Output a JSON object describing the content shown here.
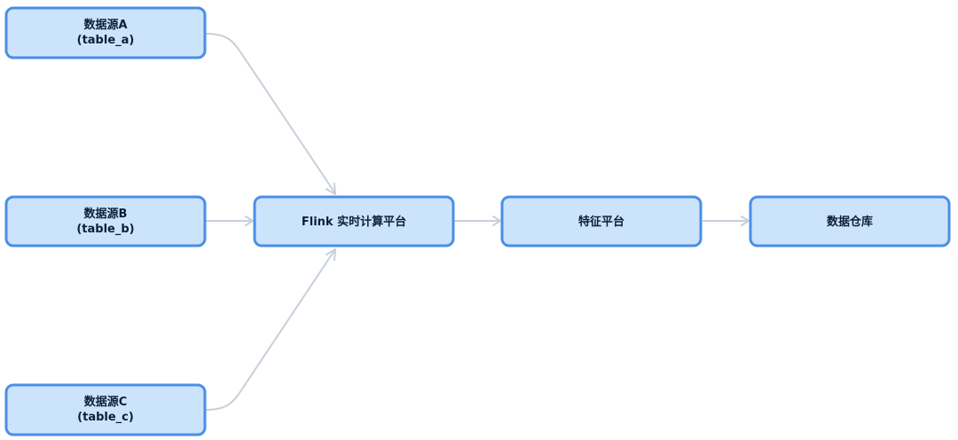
{
  "nodes": {
    "source_a": {
      "line1": "数据源A",
      "line2": "(table_a)"
    },
    "source_b": {
      "line1": "数据源B",
      "line2": "(table_b)"
    },
    "source_c": {
      "line1": "数据源C",
      "line2": "(table_c)"
    },
    "flink": {
      "label": "Flink 实时计算平台"
    },
    "feature": {
      "label": "特征平台"
    },
    "warehouse": {
      "label": "数据仓库"
    }
  },
  "edges": [
    {
      "from": "source_a",
      "to": "flink"
    },
    {
      "from": "source_b",
      "to": "flink"
    },
    {
      "from": "source_c",
      "to": "flink"
    },
    {
      "from": "flink",
      "to": "feature"
    },
    {
      "from": "feature",
      "to": "warehouse"
    }
  ],
  "colors": {
    "node_fill": "#cce4fb",
    "node_border": "#4a8ee8",
    "node_text": "#0d1e3a",
    "edge": "#c7cfd9"
  }
}
